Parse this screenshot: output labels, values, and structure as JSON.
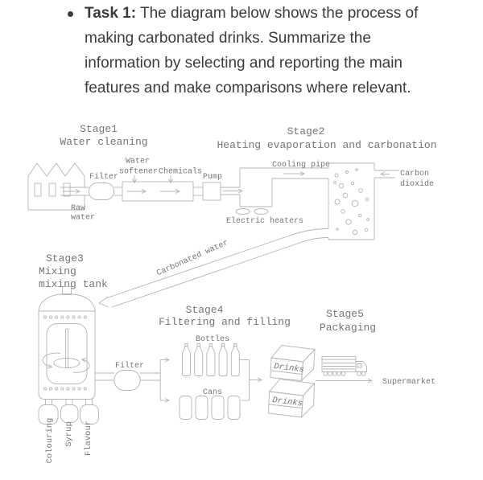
{
  "task": {
    "bold": "Task 1:",
    "lines": [
      " The diagram below shows the process of",
      "making carbonated drinks. Summarize the",
      "information by selecting and reporting the main",
      "features and make comparisons where relevant."
    ]
  },
  "diagram": {
    "stage1": {
      "title": "Stage1",
      "subtitle": "Water cleaning",
      "raw_water_line1": "Raw",
      "raw_water_line2": "water",
      "filter": "Filter",
      "softener_line1": "Water",
      "softener_line2": "softener",
      "chemicals": "Chemicals",
      "pump": "Pump"
    },
    "stage2": {
      "title": "Stage2",
      "subtitle": "Heating evaporation and carbonation",
      "cooling_pipe": "Cooling pipe",
      "co2_line1": "Carbon",
      "co2_line2": "dioxide",
      "electric_heaters": "Electric heaters"
    },
    "stage3": {
      "title": "Stage3",
      "subtitle_line1": "Mixing",
      "subtitle_line2": "mixing tank",
      "carbonated_water": "Carbonated water",
      "filter": "Filter",
      "colouring": "Colouring",
      "syrup": "Syrup",
      "flavour": "Flavour"
    },
    "stage4": {
      "title": "Stage4",
      "subtitle": "Filtering and filling",
      "bottles": "Bottles",
      "cans": "Cans",
      "bottle_count": 5,
      "can_count": 4
    },
    "stage5": {
      "title": "Stage5",
      "subtitle": "Packaging",
      "box1": "Drinks",
      "box2": "Drinks",
      "destination": "Supermarket"
    }
  },
  "colors": {
    "line": "#b5b5b5",
    "diagram_text": "#757575",
    "body_text": "#3b3b3b",
    "background": "#ffffff"
  }
}
